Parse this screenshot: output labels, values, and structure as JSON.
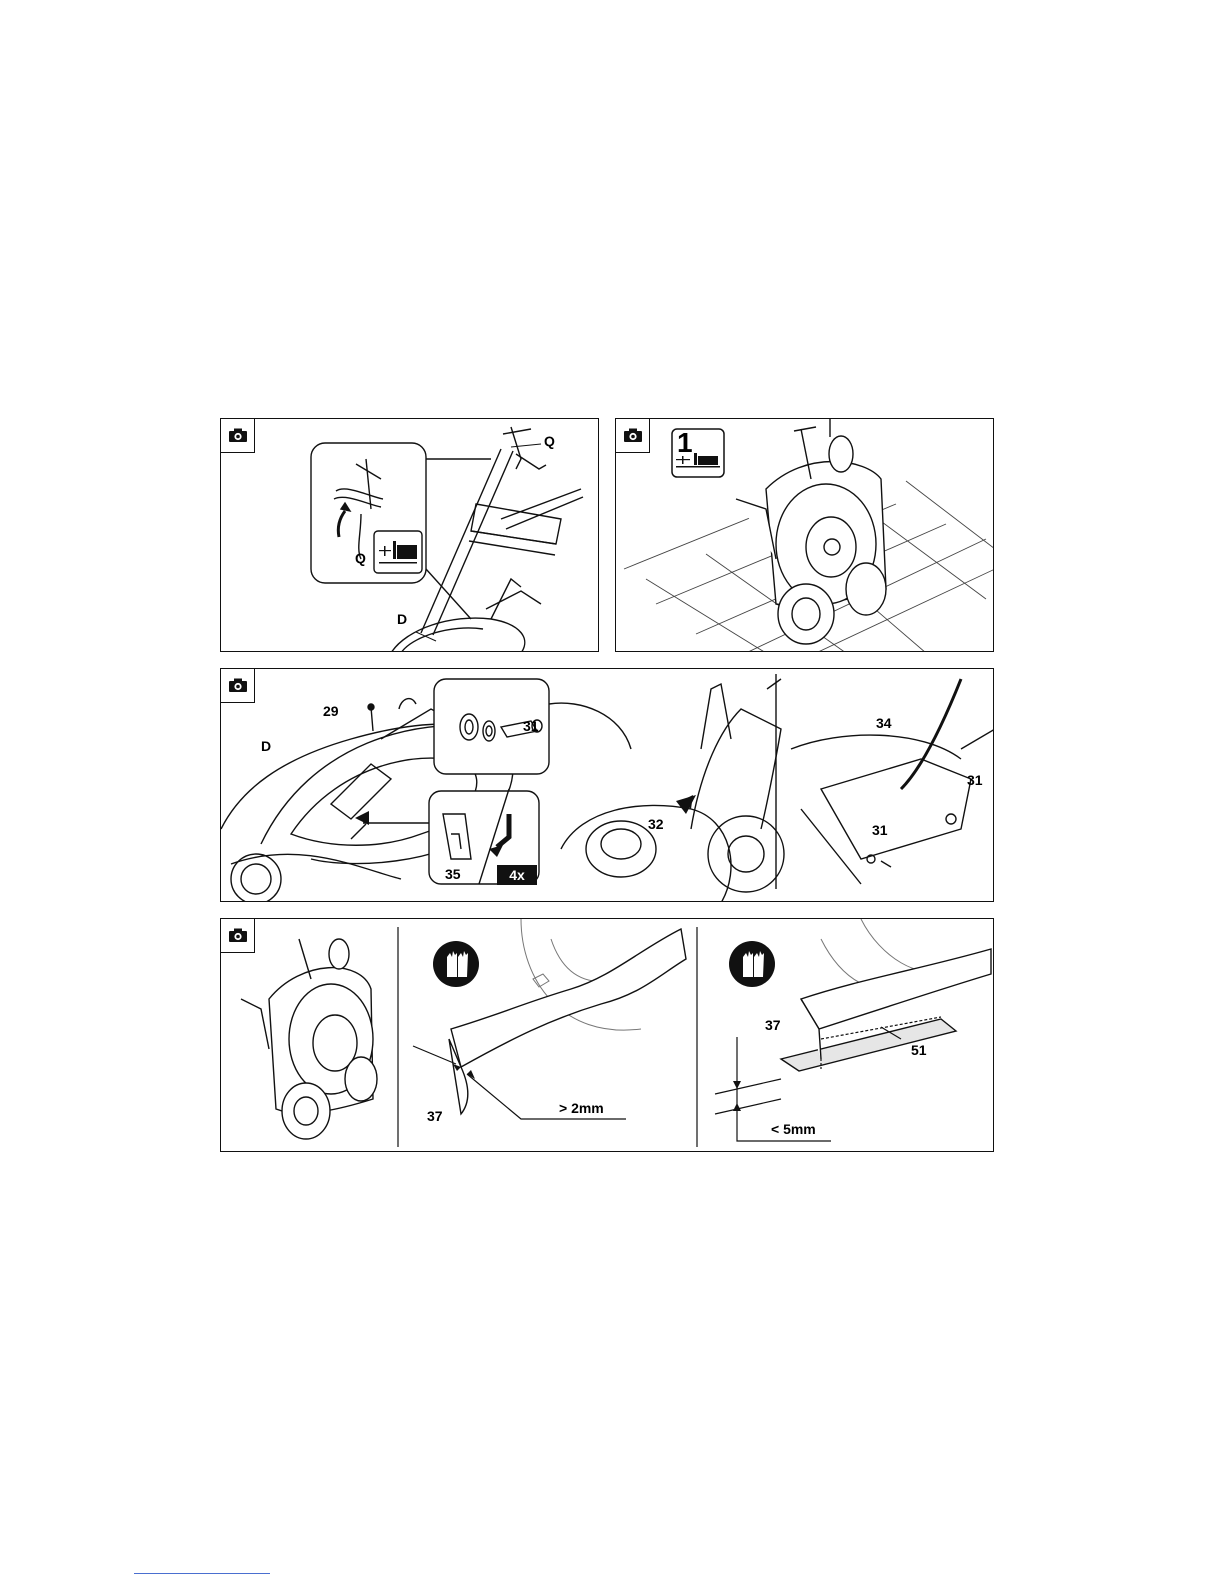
{
  "panels": {
    "p1": {
      "labels": {
        "q_top": "Q",
        "q_inset": "Q",
        "d": "D"
      }
    },
    "p2": {
      "step_number": "1"
    },
    "p3": {
      "labels": {
        "n29": "29",
        "d": "D",
        "n31_inset": "31",
        "n35": "35",
        "n32": "32",
        "n34": "34",
        "n31_right_a": "31",
        "n31_right_b": "31"
      },
      "badge": "4x"
    },
    "p4": {
      "labels": {
        "n37_mid": "37",
        "gt2mm": "> 2mm",
        "n37_right": "37",
        "n51": "51",
        "lt5mm": "< 5mm"
      }
    }
  },
  "icons": [
    "camera-icon",
    "cutting-height-icon",
    "gloves-icon",
    "arrow-down-icon"
  ]
}
